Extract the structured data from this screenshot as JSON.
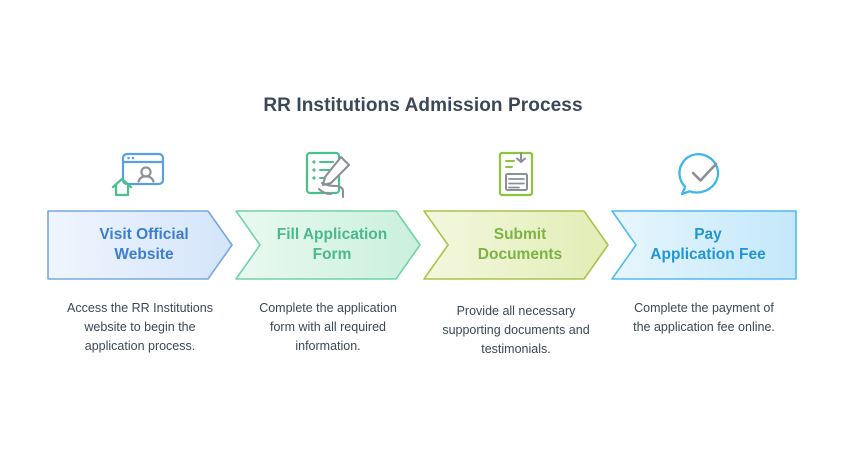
{
  "title": "RR Institutions Admission Process",
  "diagram": {
    "type": "process-chevron",
    "steps": [
      {
        "label": "Visit Official Website",
        "label_line1": "Visit Official",
        "label_line2": "Website",
        "description": "Access the RR Institutions website to begin the application process.",
        "icon": "browser-window-home-icon",
        "fill_start": "#eef4fc",
        "fill_end": "#d6e6fa",
        "stroke": "#7aa7e0",
        "text_color": "#3d7ecf"
      },
      {
        "label": "Fill Application Form",
        "label_line1": "Fill Application",
        "label_line2": "Form",
        "description": "Complete the application form with all required information.",
        "icon": "hand-writing-form-icon",
        "fill_start": "#e8f8f0",
        "fill_end": "#cdf1df",
        "stroke": "#6fd4a6",
        "text_color": "#4bb98a"
      },
      {
        "label": "Submit Documents",
        "label_line1": "Submit",
        "label_line2": "Documents",
        "description": "Provide all necessary supporting documents and testimonials.",
        "icon": "document-upload-icon",
        "fill_start": "#f2f6dd",
        "fill_end": "#e4eeba",
        "stroke": "#a9c44a",
        "text_color": "#7cb342"
      },
      {
        "label": "Pay Application Fee",
        "label_line1": "Pay",
        "label_line2": "Application Fee",
        "description": "Complete the payment of the application fee online.",
        "icon": "speech-bubble-check-icon",
        "fill_start": "#e6f5fd",
        "fill_end": "#c7e9fa",
        "stroke": "#4fbbef",
        "text_color": "#2196d6"
      }
    ]
  },
  "colors": {
    "background": "#ffffff",
    "title_color": "#3c4858",
    "body_text": "#3c4858"
  }
}
